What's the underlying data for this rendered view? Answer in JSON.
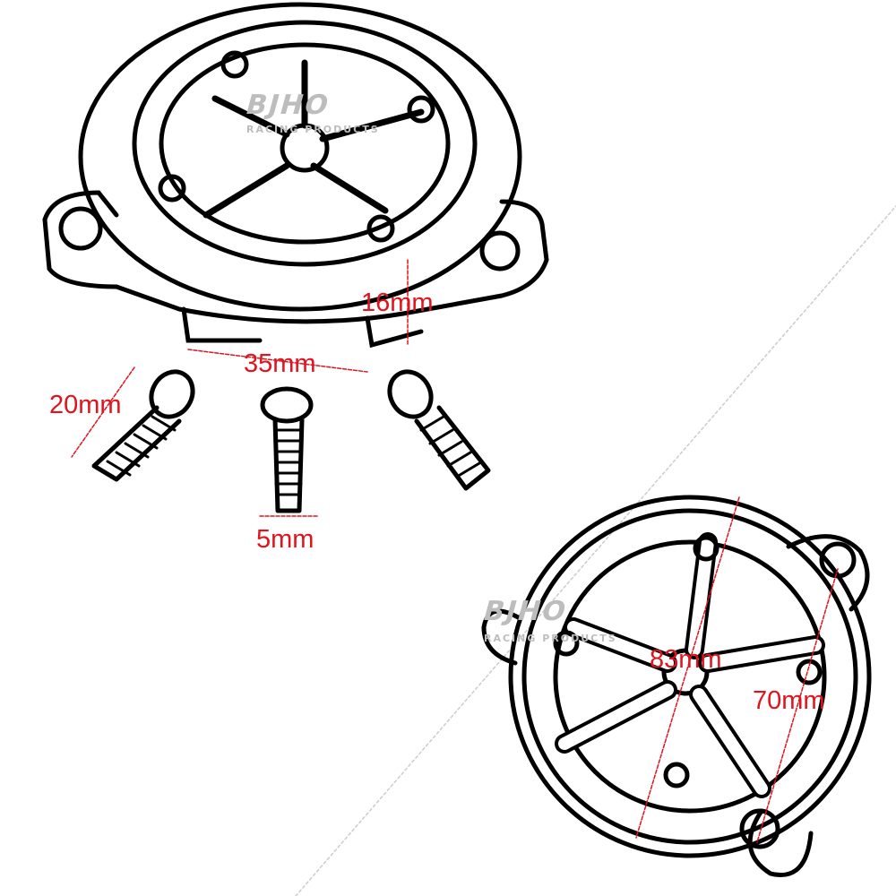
{
  "dimensions": {
    "height": "16mm",
    "spacing": "35mm",
    "bolt_length": "20mm",
    "bolt_diameter": "5mm",
    "outer_diameter": "83mm",
    "inner_diameter": "70mm"
  },
  "watermark": {
    "brand": "BJHO",
    "tagline": "RACING PRODUCTS"
  },
  "colors": {
    "dimension": "#e0141e",
    "line": "#000000",
    "watermark": "#bdbdbd"
  }
}
